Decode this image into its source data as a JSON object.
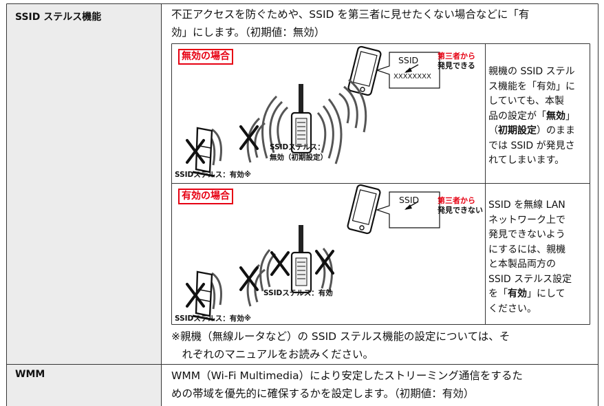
{
  "rows": [
    {
      "label": "SSID ステルス機能",
      "description_lines": [
        "不正アクセスを防ぐためや、SSID を第三者に見せたくない場合などに「有",
        "効」にします。（初期値：無効）"
      ]
    },
    {
      "label": "WMM",
      "description_lines": [
        "WMM（Wi-Fi Multimedia）により安定したストリーミング通信をするた",
        "めの帯域を優先的に確保するかを設定します。（初期値：有効）"
      ]
    }
  ],
  "case_disabled": {
    "title": "無効の場合",
    "bubble_ssid": "SSID",
    "bubble_value": "XXXXXXXX",
    "visibility": [
      "第三者から",
      "発見できる"
    ],
    "device_label": [
      "SSIDステルス：",
      "無効（初期設定）"
    ],
    "router_label": "SSIDステルス：有効※",
    "explanation": {
      "l1": "親機の SSID ステル",
      "l2": "ス機能を「有効」に",
      "l3": "していても、本製",
      "l4a": "品の設定が「",
      "l4b": "無効",
      "l4c": "」",
      "l5a": "（",
      "l5b": "初期設定",
      "l5c": "）のまま",
      "l6": "では SSID が発見さ",
      "l7": "れてしまいます。"
    }
  },
  "case_enabled": {
    "title": "有効の場合",
    "bubble_ssid": "SSID",
    "visibility": [
      "第三者から",
      "発見できない"
    ],
    "device_label": "SSIDステルス：有効",
    "router_label": "SSIDステルス：有効※",
    "explanation": {
      "l1": "SSID を無線 LAN",
      "l2": "ネットワーク上で",
      "l3": "発見できないよう",
      "l4": "にするには、親機",
      "l5": "と本製品両方の",
      "l6": "SSID ステルス設定",
      "l7a": "を「",
      "l7b": "有効",
      "l7c": "」にして",
      "l8": "ください。"
    }
  },
  "note_lines": [
    "※親機（無線ルータなど）の SSID ステルス機能の設定については、そ",
    "　れぞれのマニュアルをお読みください。"
  ]
}
